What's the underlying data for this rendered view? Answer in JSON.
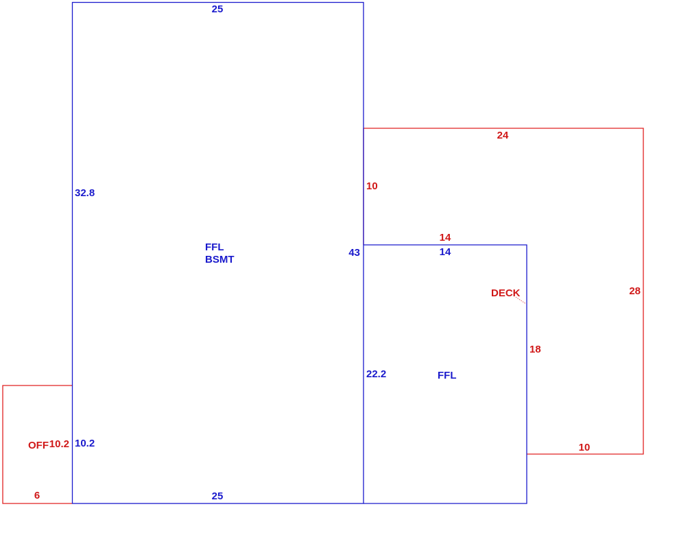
{
  "colors": {
    "main_line": "#1a1acc",
    "main_text": "#1a1acc",
    "ext_line": "#e02020",
    "ext_text": "#d01818",
    "leader": "#e06060"
  },
  "main_house": {
    "top": "25",
    "left": "32.8",
    "center_right": "43",
    "bottom": "25",
    "lower_left": "10.2",
    "area_line1": "FFL",
    "area_line2": "BSMT"
  },
  "rear_wing": {
    "top": "14",
    "left": "22.2",
    "area_label": "FFL"
  },
  "deck": {
    "top": "24",
    "left": "10",
    "inner_top": "14",
    "right": "28",
    "inner_right": "18",
    "bottom": "10",
    "area_label": "DECK"
  },
  "off": {
    "label": "OFF",
    "right": "10.2",
    "bottom": "6"
  }
}
